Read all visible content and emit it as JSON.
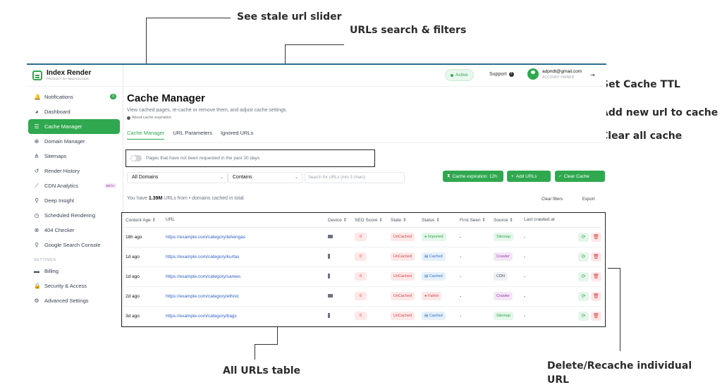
{
  "annotations": {
    "stale_slider": "See stale url slider",
    "search_filters": "URLs search & filters",
    "cache_ttl": "Set Cache TTL",
    "add_url": "Add new url to cache",
    "clear_cache": "Clear all cache",
    "table": "All URLs table",
    "row_actions_line1": "Delete/Recache individual",
    "row_actions_line2": "URL"
  },
  "brand": {
    "name": "Index Render",
    "sub": "PRODUCT BY MADXGLOBAL"
  },
  "sidebar": {
    "items": [
      {
        "label": "Notifications",
        "icon": "bell-icon",
        "glyph": "🔔",
        "badge": "0"
      },
      {
        "label": "Dashboard",
        "icon": "pie-chart-icon",
        "glyph": "◕"
      },
      {
        "label": "Cache Manager",
        "icon": "database-icon",
        "glyph": "☰",
        "active": true
      },
      {
        "label": "Domain Manager",
        "icon": "globe-icon",
        "glyph": "⊕"
      },
      {
        "label": "Sitemaps",
        "icon": "sitemap-icon",
        "glyph": "⋔"
      },
      {
        "label": "Render History",
        "icon": "history-icon",
        "glyph": "↺"
      },
      {
        "label": "CDN Analytics",
        "icon": "chart-line-icon",
        "glyph": "⟋",
        "beta": "BETA"
      },
      {
        "label": "Deep Insight",
        "icon": "magnifier-icon",
        "glyph": "⚲"
      },
      {
        "label": "Scheduled Rendering",
        "icon": "clock-icon",
        "glyph": "◷"
      },
      {
        "label": "404 Checker",
        "icon": "x-circle-icon",
        "glyph": "⊗"
      },
      {
        "label": "Google Search Console",
        "icon": "search-icon",
        "glyph": "⚲"
      }
    ],
    "settings_heading": "SETTINGS",
    "settings_items": [
      {
        "label": "Billing",
        "icon": "credit-card-icon",
        "glyph": "▬"
      },
      {
        "label": "Security & Access",
        "icon": "lock-icon",
        "glyph": "🔒"
      },
      {
        "label": "Advanced Settings",
        "icon": "gear-icon",
        "glyph": "⚙"
      }
    ]
  },
  "topbar": {
    "status": "Active",
    "support": "Support",
    "email": "adpndt@gmail.com",
    "role": "ACCOUNT OWNER"
  },
  "page": {
    "title": "Cache Manager",
    "subtitle": "View cached pages, re-cache or remove them, and adjust cache settings.",
    "about": "About cache expiration",
    "tabs": [
      "Cache Manager",
      "URL Parameters",
      "Ignored URLs"
    ],
    "stale_label": "Pages that have not been requested in the past 30 days",
    "domain_select": "All Domains",
    "match_select": "Contains",
    "search_placeholder": "Search for URLs (min 3 chars)",
    "cache_expiration": "Cache expiration: 12h",
    "add_urls": "Add URLs",
    "clear_cache": "Clear Cache",
    "summary_prefix": "You have ",
    "summary_count": "1.39M",
    "summary_suffix": " URLs from • domains cached in total",
    "clear_filters": "Clear filters",
    "export": "Export"
  },
  "table": {
    "columns": [
      "Content Age ⇕",
      "URL",
      "Device ⇕",
      "SEO Score ⇕",
      "State ⇕",
      "Status ⇕",
      "First Seen ⇕",
      "Source ⇕",
      "Last crawled at"
    ],
    "rows": [
      {
        "age": "18h ago",
        "url": "https://example.com/category/lehengas",
        "device": "desktop",
        "seo": "0",
        "state": "UnCached",
        "status": "Imported",
        "status_kind": "imported",
        "first_seen": "-",
        "source": "Sitemap",
        "source_kind": "sitemap",
        "last": "-"
      },
      {
        "age": "1d ago",
        "url": "https://example.com/category/kurtas",
        "device": "mobile",
        "seo": "0",
        "state": "UnCached",
        "status": "Cached",
        "status_kind": "cached",
        "first_seen": "-",
        "source": "Crawler",
        "source_kind": "crawler",
        "last": "-"
      },
      {
        "age": "1d ago",
        "url": "https://example.com/category/sarees",
        "device": "mobile",
        "seo": "0",
        "state": "UnCached",
        "status": "Cached",
        "status_kind": "cached",
        "first_seen": "-",
        "source": "CDN",
        "source_kind": "cdn",
        "last": "-"
      },
      {
        "age": "2d ago",
        "url": "https://example.com/category/ethnic",
        "device": "desktop",
        "seo": "0",
        "state": "UnCached",
        "status": "Failed",
        "status_kind": "failed",
        "first_seen": "-",
        "source": "Crawler",
        "source_kind": "crawler",
        "last": "-"
      },
      {
        "age": "3d ago",
        "url": "https://example.com/category/bags",
        "device": "mobile",
        "seo": "0",
        "state": "UnCached",
        "status": "Cached",
        "status_kind": "cached",
        "first_seen": "-",
        "source": "Sitemap",
        "source_kind": "sitemap",
        "last": "-"
      }
    ]
  }
}
